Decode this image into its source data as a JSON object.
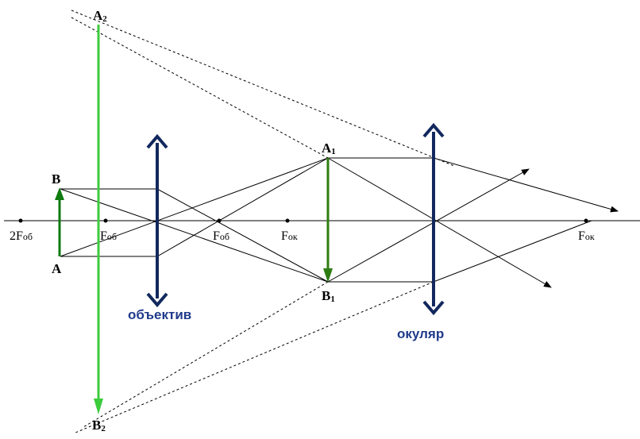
{
  "labels": {
    "B": "B",
    "A": "A",
    "A1": "A",
    "A1_sub": "1",
    "B1": "B",
    "B1_sub": "1",
    "A2": "A",
    "A2_sub": "2",
    "B2": "B",
    "B2_sub": "2"
  },
  "focus_labels": {
    "twoF_ob_main": "2F",
    "twoF_ob_sub": "об",
    "F_ob_left_main": "F",
    "F_ob_left_sub": "об",
    "F_ob_right_main": "F",
    "F_ob_right_sub": "об",
    "F_ok_left_main": "F",
    "F_ok_left_sub": "ок",
    "F_ok_right_main": "F",
    "F_ok_right_sub": "ок"
  },
  "lens_labels": {
    "objective": "объектив",
    "eyepiece": "окуляр"
  },
  "colors": {
    "lens": "#12285e",
    "object_arrow": "#0f7a0f",
    "image_arrow": "#2d7d12",
    "virtual_image": "#3ccc3c",
    "axis": "#000000"
  }
}
